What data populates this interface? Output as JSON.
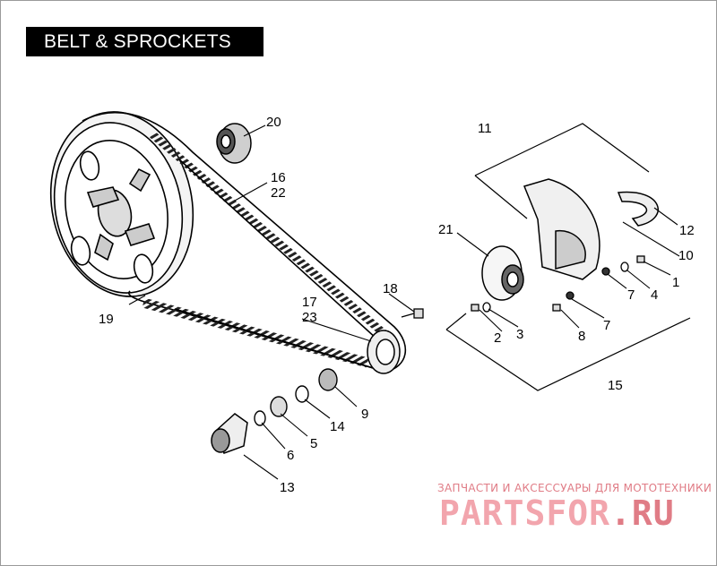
{
  "title": "BELT & SPROCKETS",
  "callouts": {
    "c1": "1",
    "c2": "2",
    "c3": "3",
    "c4": "4",
    "c5": "5",
    "c6": "6",
    "c7a": "7",
    "c7b": "7",
    "c8": "8",
    "c9": "9",
    "c10": "10",
    "c11": "11",
    "c12": "12",
    "c13": "13",
    "c14": "14",
    "c15": "15",
    "c16": "16",
    "c17": "17",
    "c18": "18",
    "c19": "19",
    "c20": "20",
    "c21": "21",
    "c22": "22",
    "c23": "23"
  },
  "watermark": {
    "subtitle": "ЗАПЧАСТИ И АКСЕССУАРЫ ДЛЯ МОТОТЕХНИКИ",
    "logo_main": "PARTSFOR",
    "logo_tld": ".RU"
  }
}
